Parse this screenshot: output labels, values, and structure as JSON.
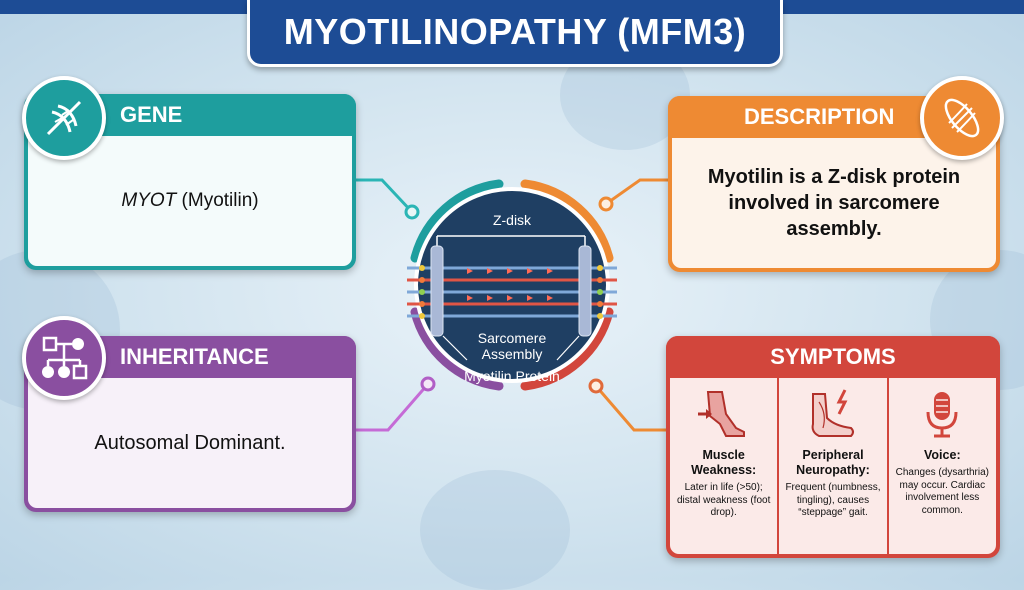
{
  "title": "MYOTILINOPATHY (MFM3)",
  "colors": {
    "title_bg": "#1d4c95",
    "gene": "#1e9e9e",
    "inheritance": "#8a4fa0",
    "description": "#ee8a33",
    "symptoms": "#d2463c",
    "center_bg": "#1f3f63"
  },
  "gene": {
    "heading": "GENE",
    "icon": "dna-icon",
    "symbol": "MYOT",
    "name": " (Myotilin)"
  },
  "inheritance": {
    "heading": "INHERITANCE",
    "icon": "pedigree-icon",
    "text": "Autosomal Dominant."
  },
  "description": {
    "heading": "DESCRIPTION",
    "icon": "muscle-fiber-icon",
    "text": "Myotilin is a Z-disk protein involved in sarcomere assembly."
  },
  "symptoms": {
    "heading": "SYMPTOMS",
    "items": [
      {
        "icon": "leg-icon",
        "title": "Muscle Weakness:",
        "text": "Later in life (>50); distal weakness (foot drop)."
      },
      {
        "icon": "foot-nerve-icon",
        "title": "Peripheral Neuropathy:",
        "text": "Frequent (numbness, tingling), causes “steppage” gait."
      },
      {
        "icon": "microphone-icon",
        "title": "Voice:",
        "text": "Changes (dysarthria) may occur. Cardiac involvement less common."
      }
    ]
  },
  "center": {
    "zdisk_label": "Z-disk",
    "assembly_label_1": "Sarcomere",
    "assembly_label_2": "Assembly",
    "protein_label": "Myotilin Protein"
  }
}
